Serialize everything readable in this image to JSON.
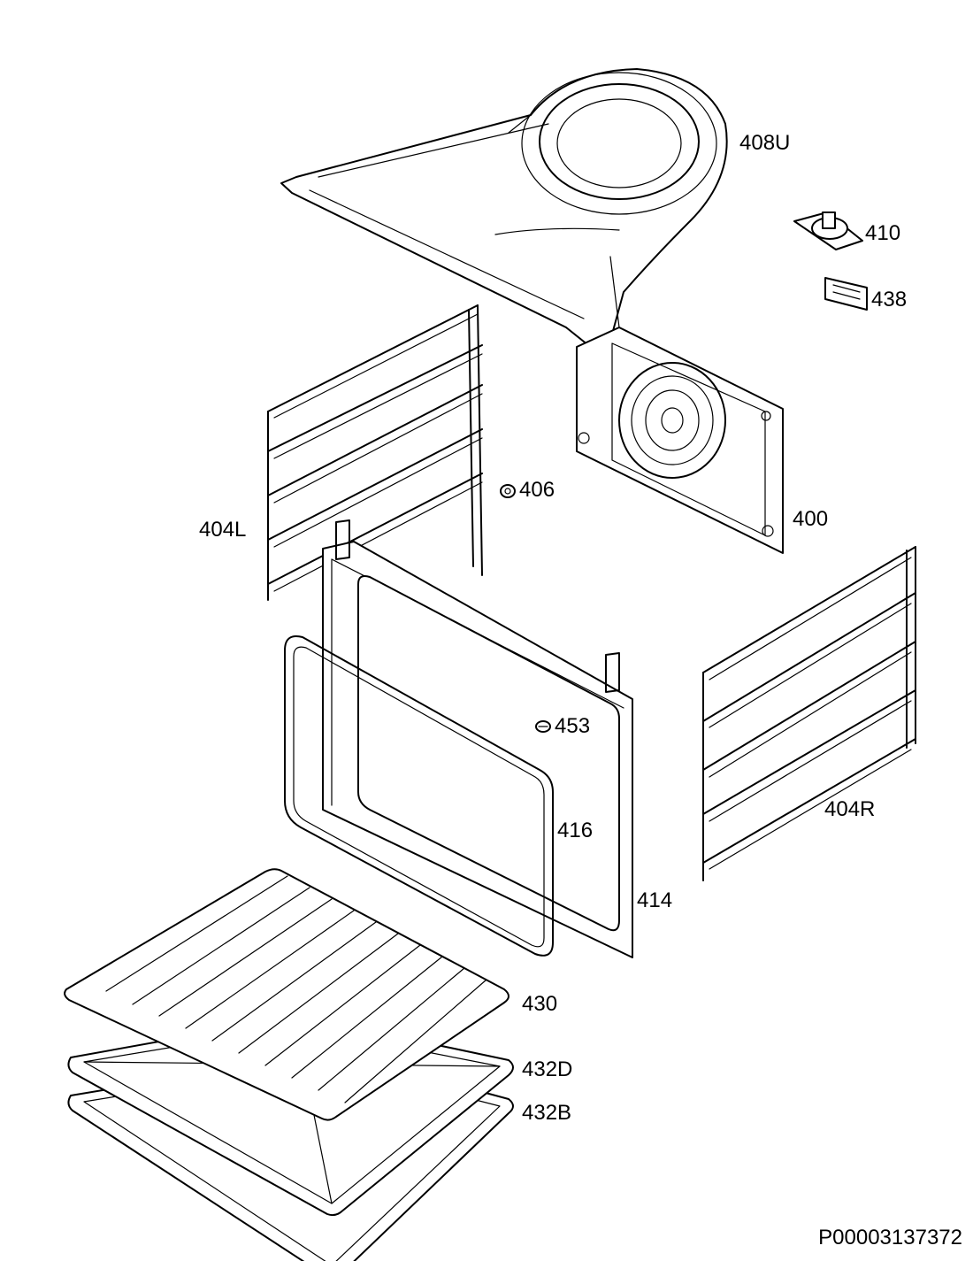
{
  "labels": {
    "p408U": "408U",
    "p410": "410",
    "p438": "438",
    "p406": "406",
    "p400": "400",
    "p404L": "404L",
    "p404R": "404R",
    "p453": "453",
    "p416": "416",
    "p414": "414",
    "p430": "430",
    "p432D": "432D",
    "p432B": "432B"
  },
  "drawing_code": "P00003137372"
}
